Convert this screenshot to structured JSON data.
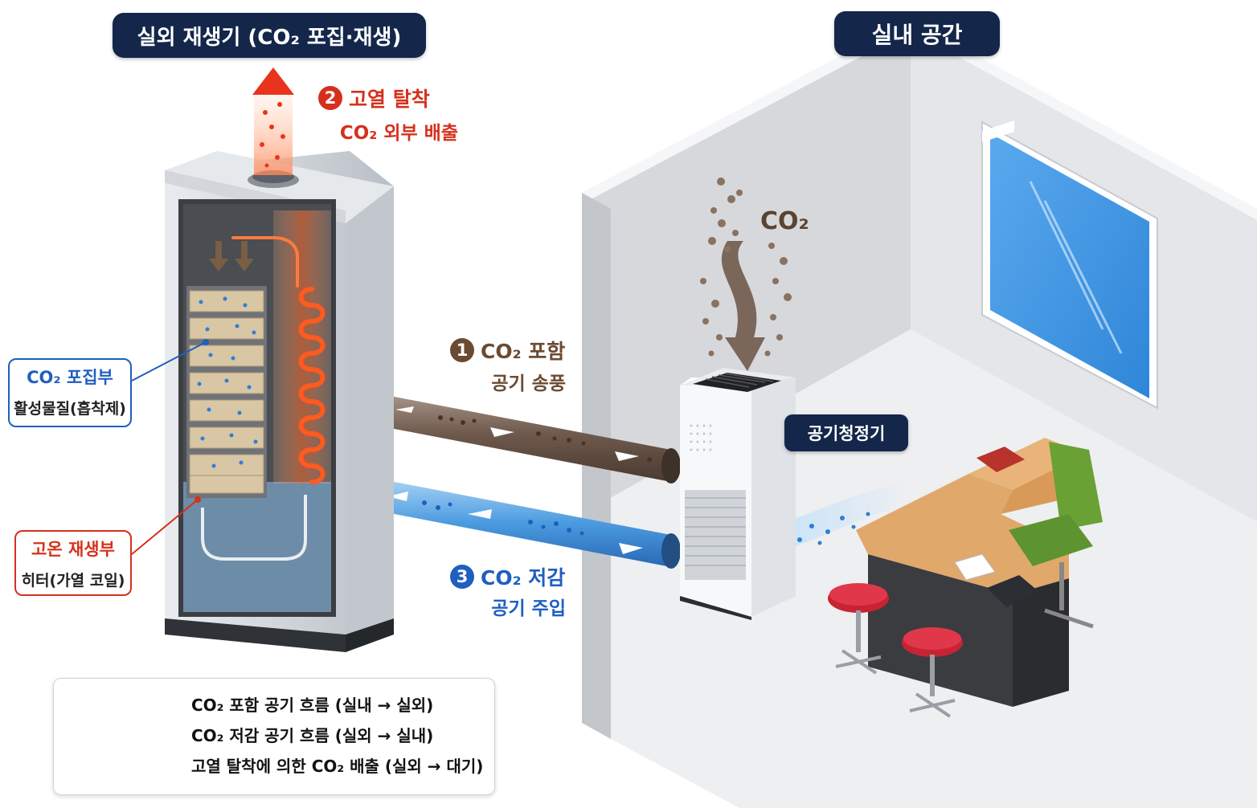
{
  "labels": {
    "outdoor_title": "실외 재생기 (CO₂ 포집·재생)",
    "indoor_title": "실내 공간",
    "step2_num": "2",
    "step2_title": "고열 탈착",
    "step2_sub": "CO₂ 외부 배출",
    "step1_num": "1",
    "step1_title": "CO₂ 포함",
    "step1_sub": "공기 송풍",
    "step3_num": "3",
    "step3_title": "CO₂ 저감",
    "step3_sub": "공기 주입",
    "co2_label": "CO₂",
    "purifier_label": "공기청정기",
    "capture_title": "CO₂ 포집부",
    "capture_sub": "활성물질(흡착제)",
    "heater_title": "고온 재생부",
    "heater_sub": "히터(가열 코일)"
  },
  "legend": [
    {
      "text": "CO₂ 포함 공기 흐름 (실내 → 실외)",
      "color": "#7a6355"
    },
    {
      "text": "CO₂ 저감 공기 흐름 (실외 → 실내)",
      "color": "#3d8ed8"
    },
    {
      "text": "고열 탈착에 의한 CO₂ 배출 (실외 → 대기)",
      "color": "#ec4a1f"
    }
  ],
  "colors": {
    "navy": "#14264a",
    "brown": "#6b4a32",
    "red": "#d6301c",
    "blue": "#1f5fc0"
  }
}
